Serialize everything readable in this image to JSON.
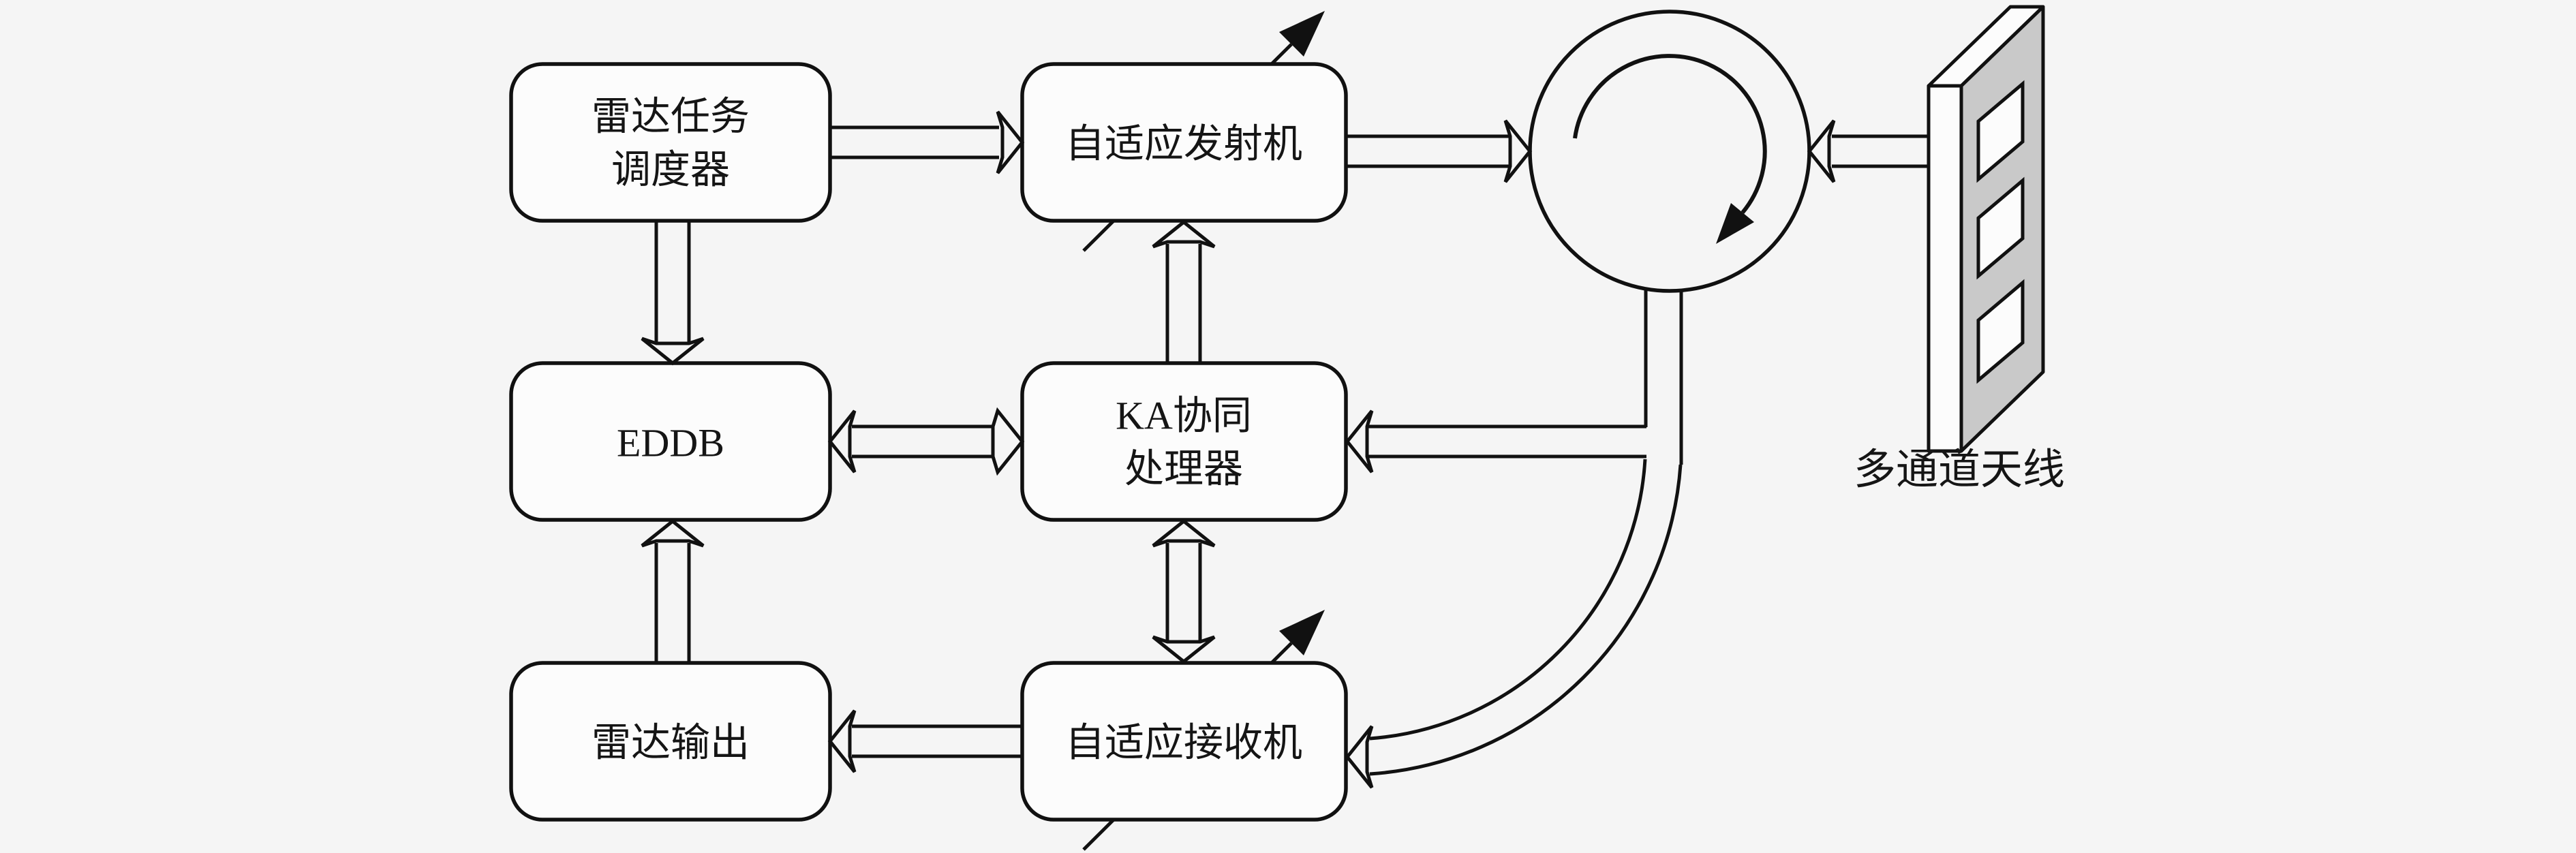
{
  "diagram": {
    "kind": "radar-system-block-diagram",
    "background_color": "#f5f5f5",
    "line_color": "#111111",
    "box_fill": "#fcfcfc",
    "antenna_side_fill": "#c9c9c9",
    "nodes": {
      "scheduler": {
        "line1": "雷达任务",
        "line2": "调度器"
      },
      "transmitter": {
        "label": "自适应发射机",
        "adaptive_marker": "diagonal-arrow"
      },
      "eddb": {
        "label": "EDDB"
      },
      "ka": {
        "line1": "KA协同",
        "line2": "处理器"
      },
      "output": {
        "label": "雷达输出"
      },
      "receiver": {
        "label": "自适应接收机",
        "adaptive_marker": "diagonal-arrow"
      },
      "circulator": {
        "symbol": "circulator-clockwise"
      },
      "antenna": {
        "label": "多通道天线",
        "elements": 3
      }
    },
    "edges": [
      {
        "from": "scheduler",
        "to": "transmitter",
        "style": "hollow-arrow"
      },
      {
        "from": "scheduler",
        "to": "eddb",
        "style": "hollow-arrow"
      },
      {
        "from": "eddb",
        "to": "ka",
        "style": "hollow-double-arrow"
      },
      {
        "from": "ka",
        "to": "transmitter",
        "style": "hollow-arrow"
      },
      {
        "from": "ka",
        "to": "receiver",
        "style": "hollow-double-arrow"
      },
      {
        "from": "transmitter",
        "to": "circulator",
        "style": "hollow-arrow"
      },
      {
        "from": "antenna",
        "to": "circulator",
        "style": "hollow-arrow"
      },
      {
        "from": "circulator",
        "to": "ka",
        "style": "hollow-arrow"
      },
      {
        "from": "circulator",
        "to": "receiver",
        "style": "hollow-arrow-curved"
      },
      {
        "from": "receiver",
        "to": "output",
        "style": "hollow-arrow"
      },
      {
        "from": "output",
        "to": "eddb",
        "style": "hollow-arrow"
      }
    ]
  }
}
